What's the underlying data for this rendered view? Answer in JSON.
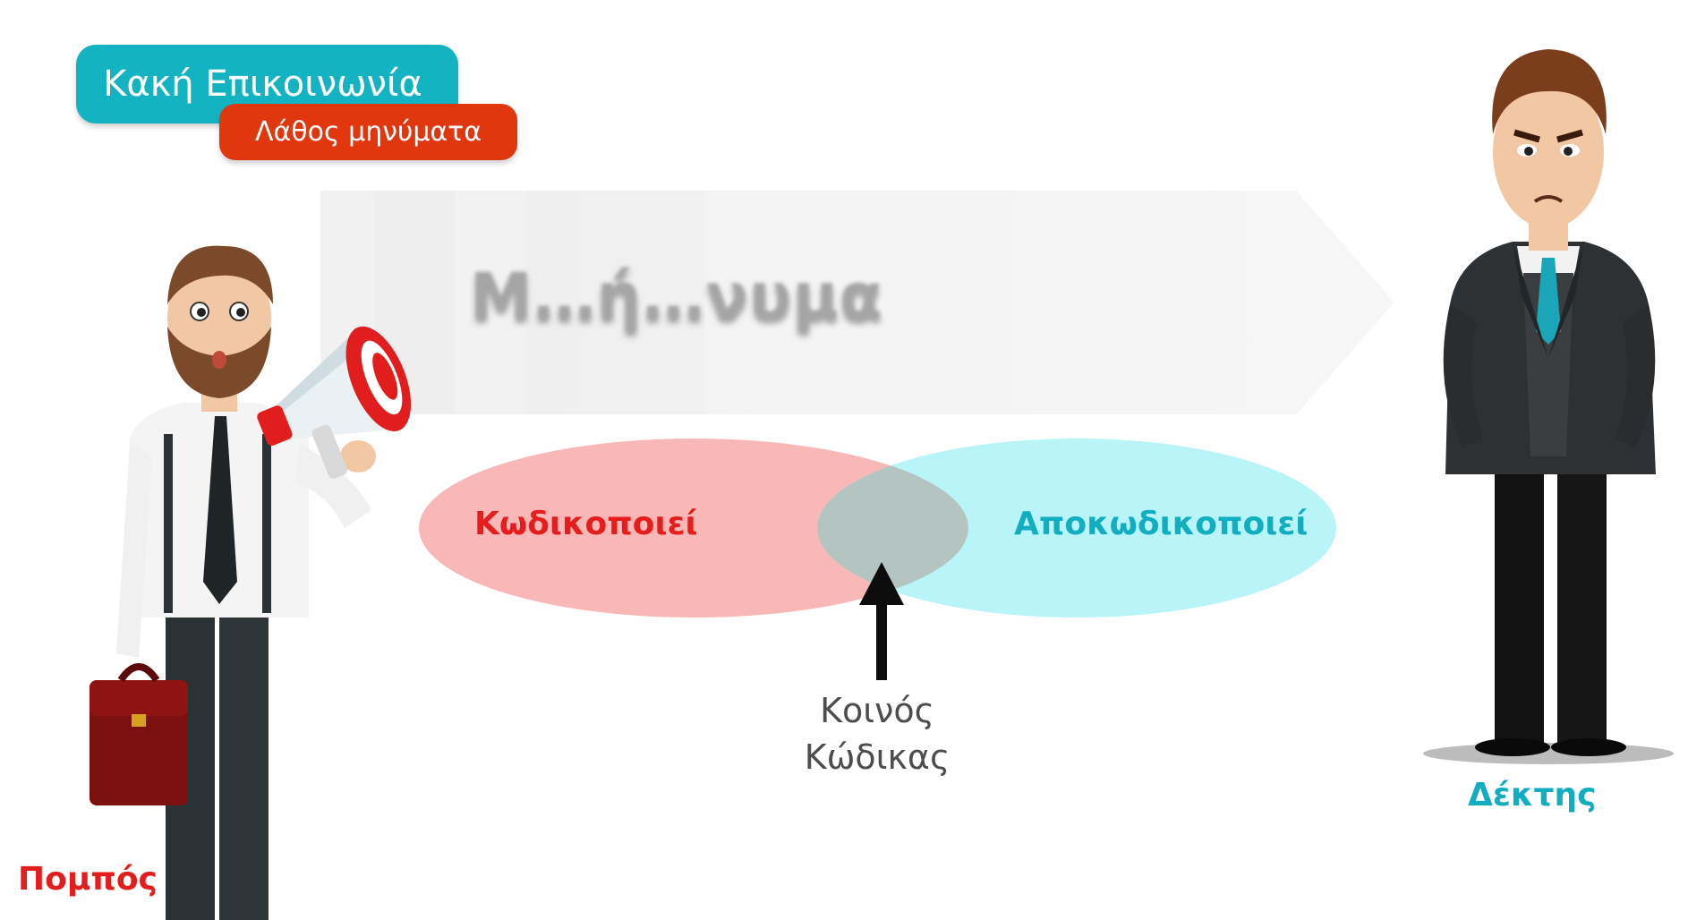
{
  "header": {
    "title": "Κακή Επικοινωνία",
    "subtitle": "Λάθος μηνύματα"
  },
  "message": {
    "text": "Μ…ή…νυμα"
  },
  "venn": {
    "left_label": "Κωδικοποιεί",
    "right_label": "Αποκωδικοποιεί"
  },
  "common_code": {
    "line1": "Κοινός",
    "line2": "Κώδικας"
  },
  "sender": {
    "label": "Πομπός",
    "icon": "man-with-megaphone-icon"
  },
  "receiver": {
    "label": "Δέκτης",
    "icon": "man-in-suit-icon"
  },
  "colors": {
    "title_bg": "#14b3c2",
    "subtitle_bg": "#e0370f",
    "encode": "#e51d1d",
    "decode": "#13adc0",
    "venn_left": "#f9b8b8",
    "venn_right": "#b8f4f8"
  }
}
